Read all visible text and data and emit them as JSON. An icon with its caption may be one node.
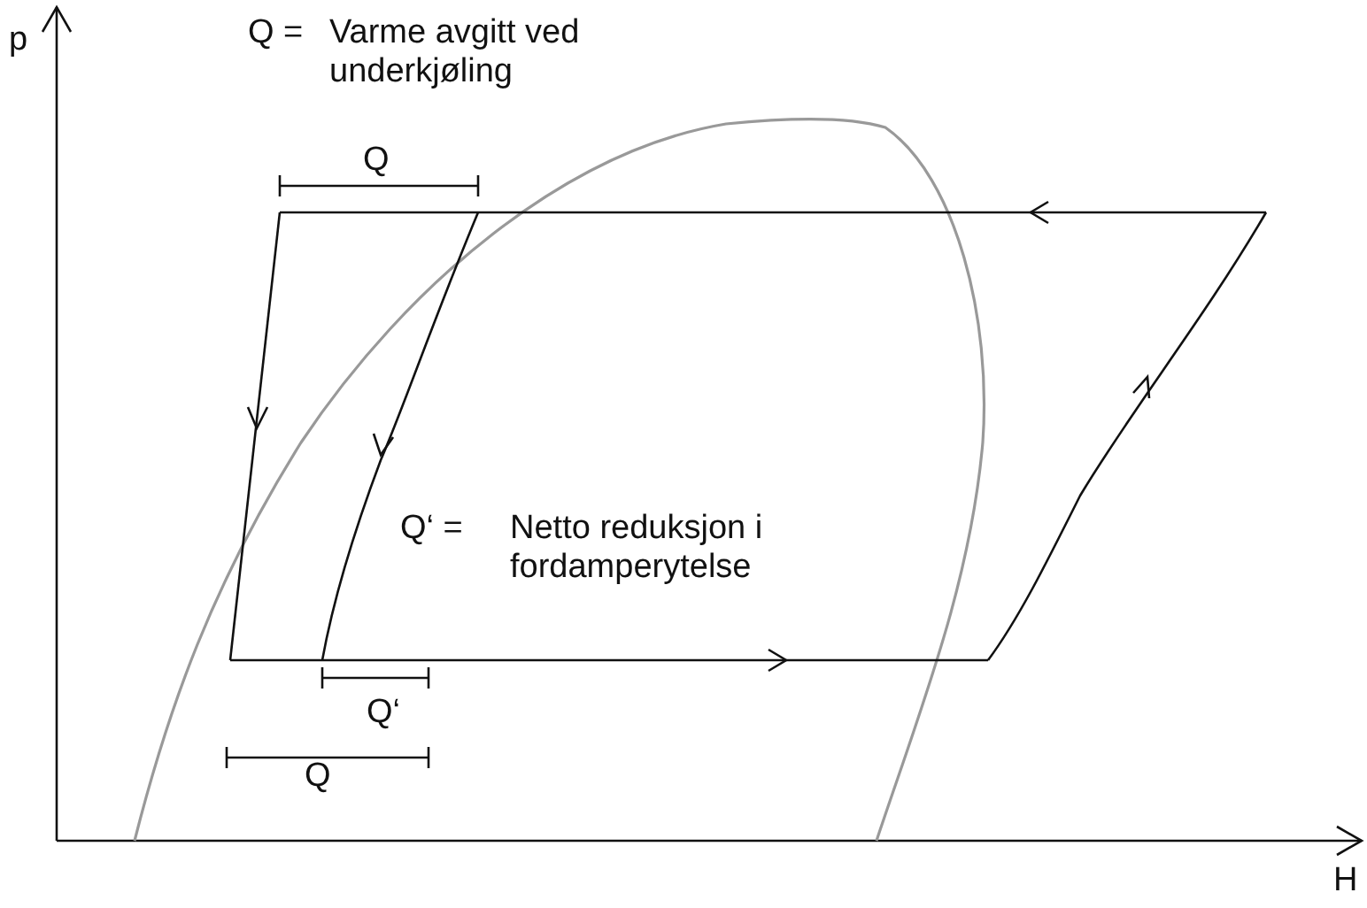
{
  "diagram": {
    "labels": [
      "p",
      "Q =",
      "Varme avgitt ved underkjøling",
      "Q",
      "Q‘ =",
      "Netto reduksjon i fordamperytelse",
      "Q‘",
      "Q",
      "H"
    ]
  }
}
